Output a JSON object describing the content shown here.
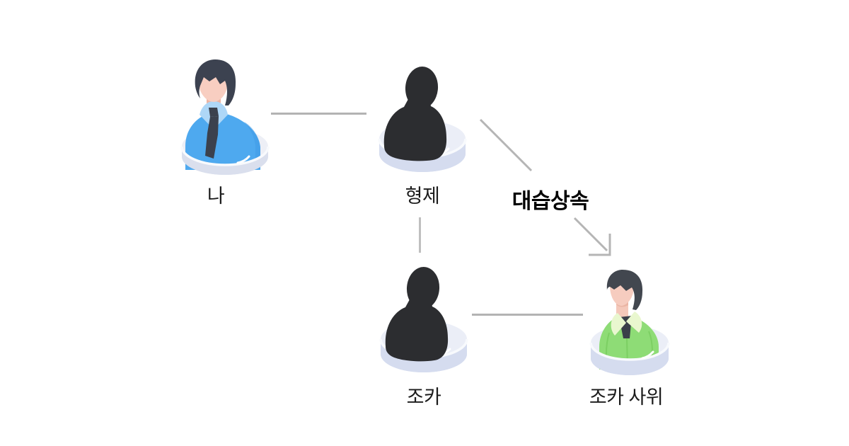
{
  "background": "#ffffff",
  "relation": {
    "label": "대습상속"
  },
  "nodes": {
    "me": {
      "label": "나",
      "person": "man-blue-shirt"
    },
    "sibling": {
      "label": "형제",
      "person": "dark-silhouette"
    },
    "nephew": {
      "label": "조카",
      "person": "dark-silhouette"
    },
    "nephew_son_in_law": {
      "label": "조카 사위",
      "person": "man-green-shirt"
    }
  },
  "edges": [
    {
      "from": "me",
      "to": "sibling",
      "style": "plain-line"
    },
    {
      "from": "sibling",
      "to": "nephew",
      "style": "plain-line"
    },
    {
      "from": "nephew",
      "to": "nephew_son_in_law",
      "style": "plain-line"
    },
    {
      "from": "sibling",
      "to": "nephew_son_in_law",
      "style": "arrow",
      "label": "대습상속"
    }
  ],
  "colors": {
    "background": "#ffffff",
    "connector_line": "#b3b3b3",
    "connector_line_light": "#bfbfbf",
    "label_text": "#1b1b1b",
    "relation_text": "#000000",
    "silhouette": "#2c2d30",
    "blue_shirt": "#4ea9ef",
    "blue_collar": "#aed7f7",
    "tie_dark": "#3b414d",
    "green_shirt": "#8edc76",
    "green_collar": "#e9f7cf",
    "skin": "#f7cdc0",
    "base_top": "#ebeef7",
    "base_side": "#d5dcef"
  }
}
